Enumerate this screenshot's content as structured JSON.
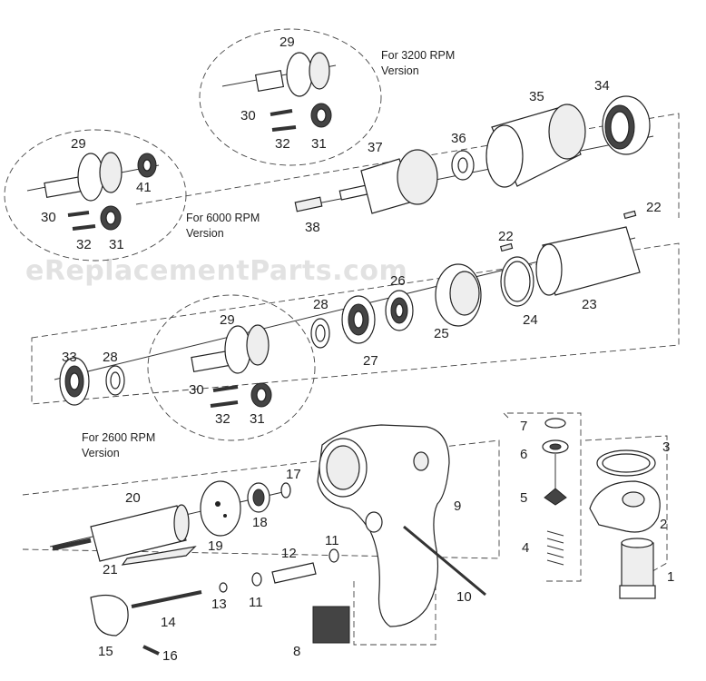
{
  "watermark": "eReplacementParts.com",
  "notes": {
    "rpm3200": [
      "For  3200 RPM",
      "Version"
    ],
    "rpm6000": [
      "For  6000 RPM",
      "Version"
    ],
    "rpm2600": [
      "For  2600 RPM",
      "Version"
    ]
  },
  "labels": {
    "n1": "1",
    "n2": "2",
    "n3": "3",
    "n4": "4",
    "n5": "5",
    "n6": "6",
    "n7": "7",
    "n8": "8",
    "n9": "9",
    "n10": "10",
    "n11a": "11",
    "n11b": "11",
    "n12": "12",
    "n13": "13",
    "n14": "14",
    "n15": "15",
    "n16": "16",
    "n17": "17",
    "n18": "18",
    "n19": "19",
    "n20": "20",
    "n21": "21",
    "n22a": "22",
    "n22b": "22",
    "n23": "23",
    "n24": "24",
    "n25": "25",
    "n26": "26",
    "n27": "27",
    "n28a": "28",
    "n28b": "28",
    "n29a": "29",
    "n29b": "29",
    "n29c": "29",
    "n30a": "30",
    "n30b": "30",
    "n30c": "30",
    "n31a": "31",
    "n31b": "31",
    "n31c": "31",
    "n32a": "32",
    "n32b": "32",
    "n32c": "32",
    "n33": "33",
    "n34": "34",
    "n35": "35",
    "n36": "36",
    "n37": "37",
    "n38": "38",
    "n41": "41"
  }
}
